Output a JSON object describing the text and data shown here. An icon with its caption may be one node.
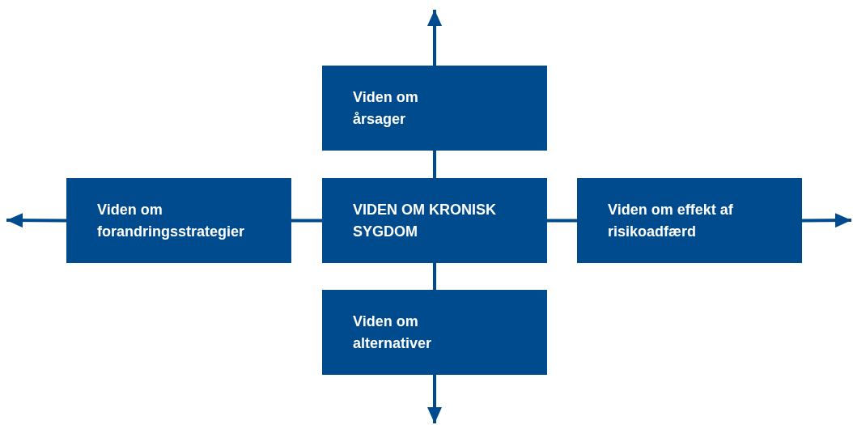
{
  "diagram": {
    "nodes": [
      {
        "text": [
          "Viden om årsager"
        ]
      },
      {
        "text": [
          "Viden om forandringsstrategier"
        ]
      },
      {
        "text": [
          "VIDEN OM KRONISK SYGDOM"
        ]
      },
      {
        "text": [
          "Viden om effekt af risikoadfærd"
        ]
      },
      {
        "text": [
          "Viden om alternativer"
        ]
      }
    ],
    "edges": [
      {
        "from": 2,
        "to": 0,
        "arrow": "none"
      },
      {
        "from": 0,
        "to": null,
        "arrow": "to"
      },
      {
        "from": 2,
        "to": 1,
        "arrow": "none"
      },
      {
        "from": 1,
        "to": null,
        "arrow": "to"
      },
      {
        "from": 2,
        "to": 3,
        "arrow": "none"
      },
      {
        "from": 3,
        "to": null,
        "arrow": "to"
      },
      {
        "from": 2,
        "to": 4,
        "arrow": "none"
      },
      {
        "from": 4,
        "to": null,
        "arrow": "to"
      }
    ]
  }
}
